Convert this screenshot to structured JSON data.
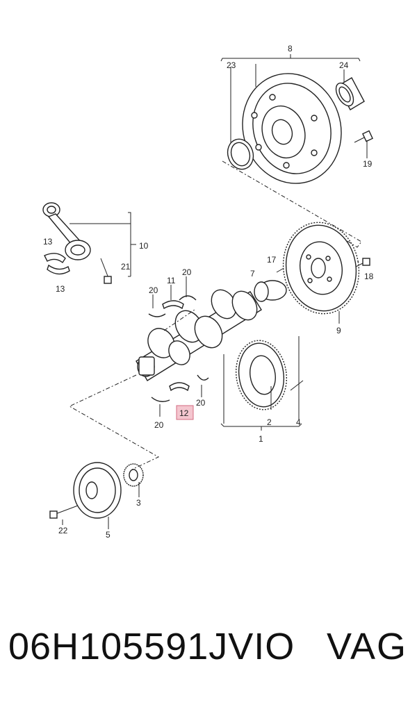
{
  "diagram": {
    "callouts": [
      "8",
      "23",
      "24",
      "19",
      "10",
      "13",
      "13",
      "21",
      "17",
      "7",
      "18",
      "20",
      "11",
      "20",
      "9",
      "20",
      "12",
      "20",
      "2",
      "4",
      "1",
      "3",
      "5",
      "22"
    ],
    "highlighted_callout": "12",
    "highlight_color": "#f4c6cf"
  },
  "footer": {
    "part_number": "06H105591JVIO",
    "brand": "VAG"
  }
}
